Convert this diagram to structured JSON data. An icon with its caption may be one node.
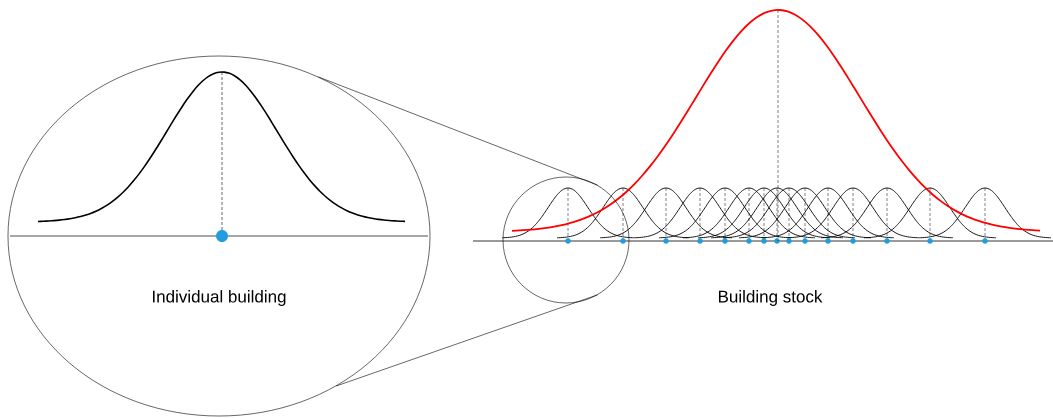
{
  "diagram": {
    "nodes": [
      {
        "text": [
          "Individual building"
        ]
      },
      {
        "text": [],
        "shape": "circle"
      }
    ],
    "edges": [
      {
        "from": 1,
        "to": 0,
        "arrow": "none"
      },
      {
        "from": 1,
        "to": 0,
        "arrow": "none"
      }
    ],
    "labels": [
      "Building stock"
    ]
  }
}
